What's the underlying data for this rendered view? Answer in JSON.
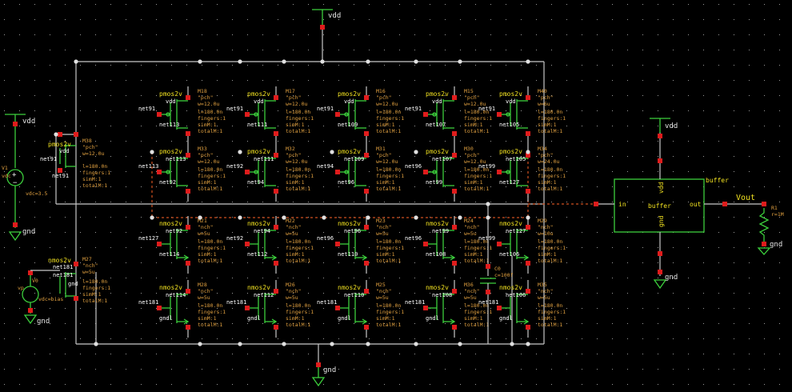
{
  "colors": {
    "background": "#000000",
    "wire": "#c8c8c8",
    "device": "#3ccf3c",
    "pin": "#e01c1c",
    "device_label": "#f0e020",
    "param_text": "#e0a040",
    "net_text": "#ffffff",
    "selection": "#d05020"
  },
  "supplies": {
    "vdd_top": "vdd",
    "gnd_bottom": "gnd"
  },
  "source_vdc": {
    "name": "V1",
    "type_label": "vdc",
    "value": "vdc=3.5",
    "top_net": "vdd",
    "bottom_net": "gnd"
  },
  "source_vp": {
    "name": "V0",
    "type_label": "vp",
    "value": "vdc=bias",
    "bottom_net": "gnd"
  },
  "left_pmos": {
    "type": "pmos2v",
    "inst": "M38",
    "model": "\"pch\"",
    "w": "w=12.0u",
    "l": "l=180.0n",
    "fingers": "fingers:1",
    "simM": "simM:1",
    "totalM": "totalM:1",
    "net_top": "vdd",
    "net_left": "net91",
    "net_right": "net91"
  },
  "left_nmos": {
    "type": "nmos2v",
    "inst": "M27",
    "model": "\"nch\"",
    "w": "w=5u",
    "l": "l=180.0n",
    "fingers": "fingers:1",
    "simM": "simM:1",
    "totalM": "totalM:1",
    "net_top": "net181",
    "net_left": "net181",
    "net_gnd": "gnd"
  },
  "grid": [
    [
      {
        "type": "pmos2v",
        "inst": "M18",
        "model": "\"pch\"",
        "w": "w=12.0u",
        "l": "l=180.0n",
        "fingers": "fingers:1",
        "simM": "simM:1",
        "totalM": "totalM:1",
        "nets": [
          "vdd",
          "net91",
          "net113"
        ]
      },
      {
        "type": "pmos2v",
        "inst": "M17",
        "model": "\"pch\"",
        "w": "w=12.0u",
        "l": "l=180.0n",
        "fingers": "fingers:1",
        "simM": "simM:1",
        "totalM": "totalM:1",
        "nets": [
          "vdd",
          "net91",
          "net111"
        ]
      },
      {
        "type": "pmos2v",
        "inst": "M16",
        "model": "\"pch\"",
        "w": "w=12.0u",
        "l": "l=180.0n",
        "fingers": "fingers:1",
        "simM": "simM:1",
        "totalM": "totalM:1",
        "nets": [
          "vdd",
          "net91",
          "net109"
        ]
      },
      {
        "type": "pmos2v",
        "inst": "M15",
        "model": "\"pch\"",
        "w": "w=12.0u",
        "l": "l=180.0n",
        "fingers": "fingers:1",
        "simM": "simM:1",
        "totalM": "totalM:1",
        "nets": [
          "vdd",
          "net91",
          "net107"
        ]
      },
      {
        "type": "pmos2v",
        "inst": "M40",
        "model": "\"pch\"",
        "w": "w=6u",
        "l": "l=180.0n",
        "fingers": "fingers:1",
        "simM": "simM:1",
        "totalM": "totalM:1",
        "nets": [
          "vdd",
          "net91",
          "net105"
        ]
      }
    ],
    [
      {
        "type": "pmos2v",
        "inst": "M33",
        "model": "\"pch\"",
        "w": "w=12.0u",
        "l": "l=180.0n",
        "fingers": "fingers:1",
        "simM": "simM:1",
        "totalM": "totalM:1",
        "nets": [
          "net113",
          "net113",
          "net92"
        ]
      },
      {
        "type": "pmos2v",
        "inst": "M32",
        "model": "\"pch\"",
        "w": "w=12.0u",
        "l": "l=180.0n",
        "fingers": "fingers:1",
        "simM": "simM:1",
        "totalM": "totalM:1",
        "nets": [
          "net111",
          "net92",
          "net94"
        ]
      },
      {
        "type": "pmos2v",
        "inst": "M31",
        "model": "\"pch\"",
        "w": "w=12.0u",
        "l": "l=180.0n",
        "fingers": "fingers:1",
        "simM": "simM:1",
        "totalM": "totalM:1",
        "nets": [
          "net109",
          "net94",
          "net96"
        ]
      },
      {
        "type": "pmos2v",
        "inst": "M30",
        "model": "\"pch\"",
        "w": "w=12.0u",
        "l": "l=180.0n",
        "fingers": "fingers:1",
        "simM": "simM:1",
        "totalM": "totalM:1",
        "nets": [
          "net107",
          "net96",
          "net99"
        ]
      },
      {
        "type": "pmos2v",
        "inst": "M34",
        "model": "\"pch\"",
        "w": "w=24.0u",
        "l": "l=180.0n",
        "fingers": "fingers:1",
        "simM": "simM:1",
        "totalM": "totalM:1",
        "nets": [
          "net105",
          "net99",
          "net127"
        ]
      }
    ],
    [
      {
        "type": "nmos2v",
        "inst": "M21",
        "model": "\"nch\"",
        "w": "w=5u",
        "l": "l=180.0n",
        "fingers": "fingers:1",
        "simM": "simM:1",
        "totalM": "totalM:1",
        "nets": [
          "net92",
          "net127",
          "net114"
        ]
      },
      {
        "type": "nmos2v",
        "inst": "M22",
        "model": "\"nch\"",
        "w": "w=5u",
        "l": "l=180.0n",
        "fingers": "fingers:1",
        "simM": "simM:1",
        "totalM": "totalM:1",
        "nets": [
          "net94",
          "net92",
          "net112"
        ]
      },
      {
        "type": "nmos2v",
        "inst": "M23",
        "model": "\"nch\"",
        "w": "w=5u",
        "l": "l=180.0n",
        "fingers": "fingers:1",
        "simM": "simM:1",
        "totalM": "totalM:1",
        "nets": [
          "net96",
          "net96",
          "net110"
        ]
      },
      {
        "type": "nmos2v",
        "inst": "M24",
        "model": "\"nch\"",
        "w": "w=5u",
        "l": "l=180.0n",
        "fingers": "fingers:1",
        "simM": "simM:1",
        "totalM": "totalM:1",
        "nets": [
          "net99",
          "net96",
          "net108"
        ]
      },
      {
        "type": "nmos2v",
        "inst": "M29",
        "model": "\"nch\"",
        "w": "w=10u",
        "l": "l=180.0n",
        "fingers": "fingers:1",
        "simM": "simM:1",
        "totalM": "totalM:1",
        "nets": [
          "net127",
          "net99",
          "net106"
        ]
      }
    ],
    [
      {
        "type": "nmos2v",
        "inst": "M28",
        "model": "\"nch\"",
        "w": "w=5u",
        "l": "l=180.0n",
        "fingers": "fingers:1",
        "simM": "simM:1",
        "totalM": "totalM:1",
        "nets": [
          "net114",
          "net181",
          "gndl"
        ]
      },
      {
        "type": "nmos2v",
        "inst": "M26",
        "model": "\"nch\"",
        "w": "w=5u",
        "l": "l=180.0n",
        "fingers": "fingers:1",
        "simM": "simM:1",
        "totalM": "totalM:1",
        "nets": [
          "net112",
          "net181",
          "gndl"
        ]
      },
      {
        "type": "nmos2v",
        "inst": "M25",
        "model": "\"nch\"",
        "w": "w=5u",
        "l": "l=180.0n",
        "fingers": "fingers:1",
        "simM": "simM:1",
        "totalM": "totalM:1",
        "nets": [
          "net110",
          "net181",
          "gndl"
        ]
      },
      {
        "type": "nmos2v",
        "inst": "M36",
        "model": "\"nch\"",
        "w": "w=5u",
        "l": "l=180.0n",
        "fingers": "fingers:1",
        "simM": "simM:1",
        "totalM": "totalM:1",
        "nets": [
          "net108",
          "net181",
          "gndl"
        ]
      },
      {
        "type": "nmos2v",
        "inst": "M35",
        "model": "\"nch\"",
        "w": "w=5u",
        "l": "l=180.0n",
        "fingers": "fingers:1",
        "simM": "simM:1",
        "totalM": "totalM:1",
        "nets": [
          "net106",
          "net181",
          "gndl"
        ]
      }
    ]
  ],
  "cap": {
    "name": "C0",
    "value": "c=100f"
  },
  "buffer": {
    "title": "buffer",
    "center_label": "buffer",
    "pin_in": "in",
    "pin_out": "out",
    "pin_vdd": "vdd",
    "pin_gnd": "gnd",
    "vdd_net": "vdd",
    "gnd_net": "gnd"
  },
  "output": {
    "label": "Vout"
  },
  "resistor": {
    "name": "R1",
    "value": "r=1M",
    "gnd_net": "gnd"
  }
}
